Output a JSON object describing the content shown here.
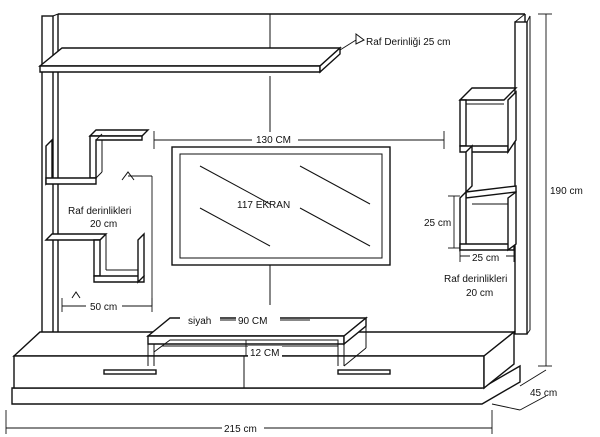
{
  "labels": {
    "shelf_depth_top": "Raf Derinliği 25 cm",
    "tv_width": "130 CM",
    "screen": "117 EKRAN",
    "shelf_depths_left_1": "Raf derinlikleri",
    "shelf_depths_left_2": "20 cm",
    "shelf_depths_right_1": "Raf derinlikleri",
    "shelf_depths_right_2": "20 cm",
    "left_shelf_width": "50 cm",
    "right_shelf_height": "25 cm",
    "right_shelf_width": "25 cm",
    "total_height": "190 cm",
    "color_note": "siyah",
    "unit_width": "90 CM",
    "unit_height": "12 CM",
    "depth": "45 cm",
    "total_width": "215 cm"
  }
}
